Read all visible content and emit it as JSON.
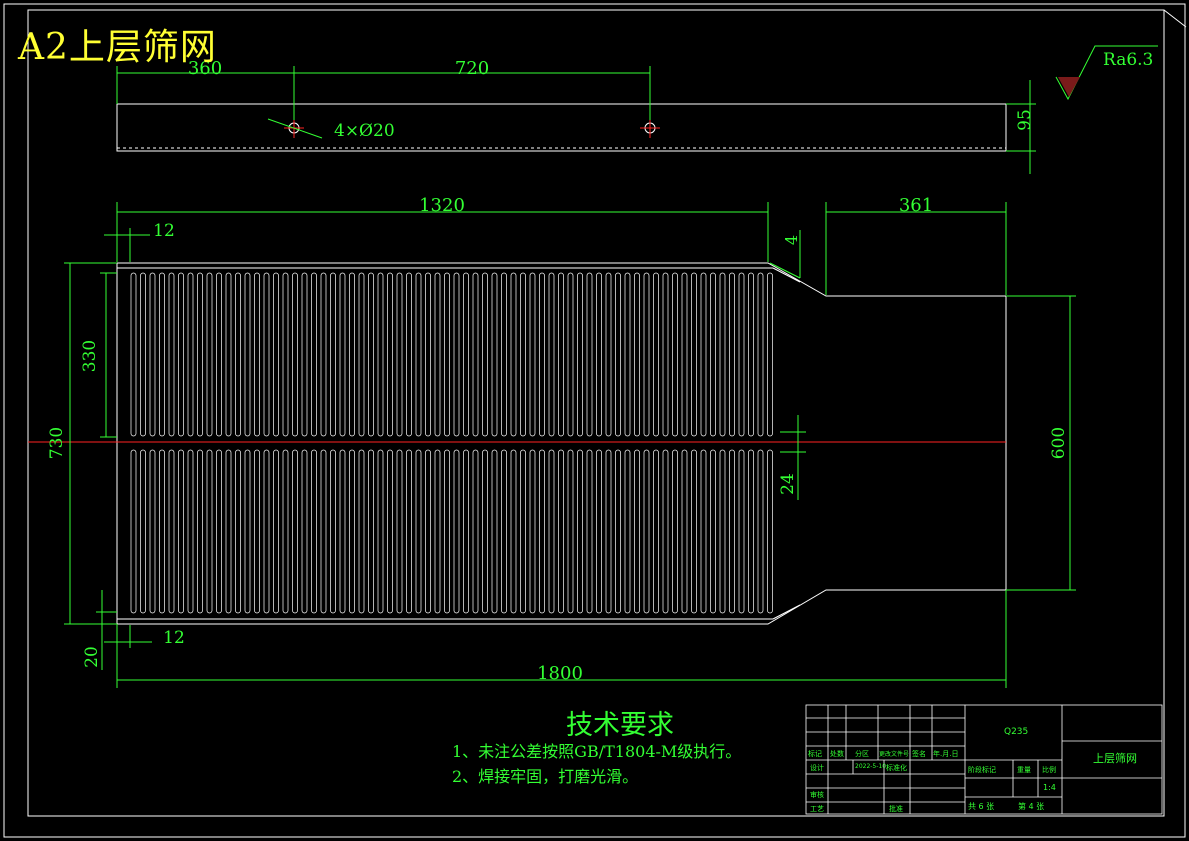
{
  "title": "A2上层筛网",
  "roughness": "Ra6.3",
  "dimensions": {
    "hole_spacing_left": "360",
    "hole_spacing_mid": "720",
    "holes": "4×Ø20",
    "strip_height": "95",
    "slot_length": "1320",
    "tail_length": "361",
    "end_margin_top": "12",
    "end_margin_bottom": "12",
    "step": "4",
    "half_slot_height": "330",
    "overall_width": "730",
    "center_gap": "24",
    "tail_width": "600",
    "edge": "20",
    "overall_length": "1800"
  },
  "tech_requirements": {
    "heading": "技术要求",
    "items": [
      "1、未注公差按照GB/T1804-M级执行。",
      "2、焊接牢固，打磨光滑。"
    ]
  },
  "title_block": {
    "material": "Q235",
    "part_name": "上层筛网",
    "scale": "1:4",
    "sheet_total": "共 6 张",
    "sheet_no": "第 4 张",
    "headers": [
      "标记",
      "处数",
      "分区",
      "更改文件号",
      "签名",
      "年.月.日"
    ],
    "row_design": [
      "设计",
      "",
      "2022-5-10",
      "标准化"
    ],
    "stage_headers": [
      "阶段标记",
      "重量",
      "比例"
    ],
    "review": "审核",
    "process": "工艺",
    "approve": "批准"
  },
  "colors": {
    "background": "#000000",
    "outline": "#ffffff",
    "dimension": "#33ff33",
    "centerline": "#ff2222",
    "title": "#ffff33"
  }
}
